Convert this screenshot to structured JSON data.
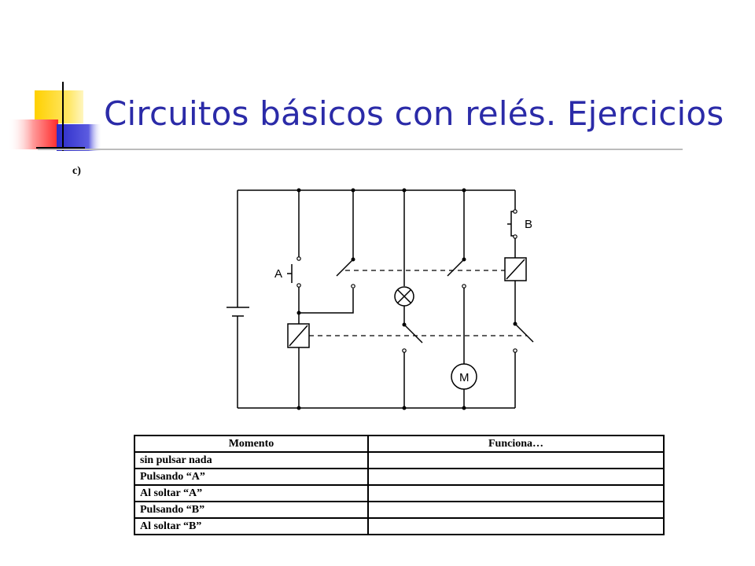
{
  "slide": {
    "title": "Circuitos básicos con relés. Ejercicios",
    "part_label": "c)"
  },
  "diagram": {
    "label_a": "A",
    "label_b": "B",
    "motor_label": "M"
  },
  "table": {
    "headers": [
      "Momento",
      "Funciona…"
    ],
    "rows": [
      [
        "sin pulsar nada",
        ""
      ],
      [
        "Pulsando  “A”",
        ""
      ],
      [
        "Al soltar “A”",
        ""
      ],
      [
        "Pulsando “B”",
        ""
      ],
      [
        "Al soltar “B”",
        ""
      ]
    ]
  },
  "colors": {
    "title": "#2b2ba8",
    "deco_yellow": "#ffd700",
    "deco_blue": "#3a3acc",
    "deco_red": "#ff3a3a"
  }
}
